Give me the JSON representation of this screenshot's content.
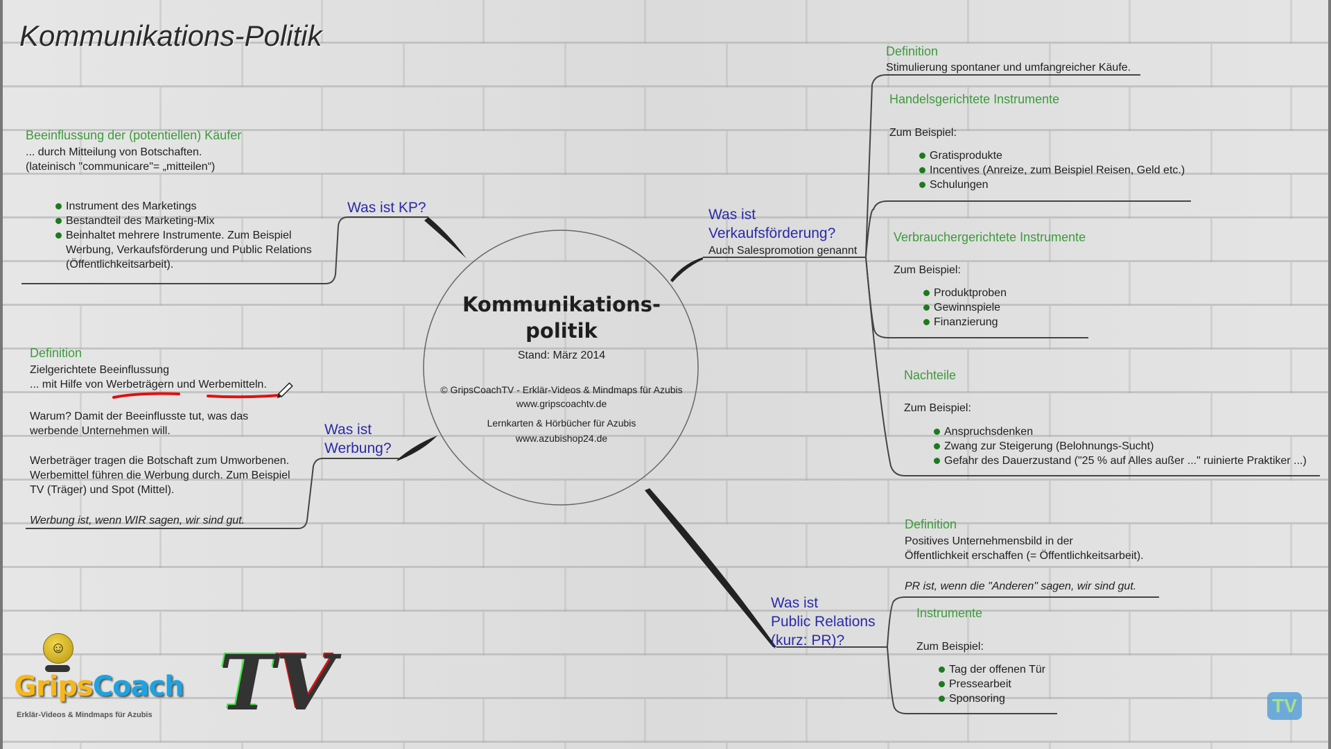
{
  "title": "Kommunikations-Politik",
  "center": {
    "title1": "Kommunikations-",
    "title2": "politik",
    "stand": "Stand: März 2014",
    "copyright": "© GripsCoachTV - Erklär-Videos & Mindmaps für Azubis",
    "url1": "www.gripscoachtv.de",
    "shop": "Lernkarten & Hörbücher für Azubis",
    "url2": "www.azubishop24.de"
  },
  "kp": {
    "branch": "Was ist KP?",
    "heading": "Beeinflussung der (potentiellen) Käufer",
    "line1": "... durch Mitteilung von Botschaften.",
    "line2": "(lateinisch \"communicare\"= „mitteilen“)",
    "bullets": [
      "Instrument des Marketings",
      "Bestandteil des Marketing-Mix",
      "Beinhaltet mehrere Instrumente. Zum Beispiel"
    ],
    "cont1": "Werbung, Verkaufsförderung und Public Relations",
    "cont2": "(Öffentlichkeitsarbeit)."
  },
  "werbung": {
    "branch1": "Was ist",
    "branch2": "Werbung?",
    "def_heading": "Definition",
    "def1": "Zielgerichtete Beeinflussung",
    "def2": "... mit Hilfe von Werbeträgern und Werbemitteln.",
    "why1": "Warum? Damit der Beeinflusste tut, was das",
    "why2": "werbende Unternehmen will.",
    "p1": "Werbeträger tragen die Botschaft zum Umworbenen.",
    "p2": "Werbemittel führen die Werbung durch. Zum Beispiel",
    "p3": "TV (Träger) und Spot (Mittel).",
    "quote": "Werbung ist, wenn WIR sagen, wir sind gut."
  },
  "vkf": {
    "branch1": "Was ist",
    "branch2": "Verkaufsförderung?",
    "sub": "Auch Salespromotion genannt",
    "def_heading": "Definition",
    "def": "Stimulierung spontaner und umfangreicher Käufe.",
    "handel": {
      "heading": "Handelsgerichtete Instrumente",
      "zb": "Zum Beispiel:",
      "items": [
        "Gratisprodukte",
        "Incentives (Anreize, zum Beispiel Reisen, Geld etc.)",
        "Schulungen"
      ]
    },
    "verbraucher": {
      "heading": "Verbrauchergerichtete Instrumente",
      "zb": "Zum Beispiel:",
      "items": [
        "Produktproben",
        "Gewinnspiele",
        "Finanzierung"
      ]
    },
    "nachteile": {
      "heading": "Nachteile",
      "zb": "Zum Beispiel:",
      "items": [
        "Anspruchsdenken",
        "Zwang zur Steigerung (Belohnungs-Sucht)",
        "Gefahr des Dauerzustand (\"25 % auf Alles außer ...\" ruinierte Praktiker ...)"
      ]
    }
  },
  "pr": {
    "branch1": "Was ist",
    "branch2": "Public Relations",
    "branch3": "(kurz: PR)?",
    "def_heading": "Definition",
    "def1": "Positives Unternehmensbild in der",
    "def2": "Öffentlichkeit erschaffen (= Öffentlichkeitsarbeit).",
    "quote": "PR ist, wenn die \"Anderen\" sagen, wir sind gut.",
    "inst_heading": "Instrumente",
    "zb": "Zum Beispiel:",
    "items": [
      "Tag der offenen Tür",
      "Pressearbeit",
      "Sponsoring"
    ]
  },
  "logo": {
    "grips": "Grips",
    "coach": "Coach",
    "tv": "TV",
    "tagline": "Erklär-Videos & Mindmaps für Azubis"
  },
  "colors": {
    "green": "#3d9a3d",
    "blue": "#2a2aa8",
    "underline": "#e01010"
  }
}
